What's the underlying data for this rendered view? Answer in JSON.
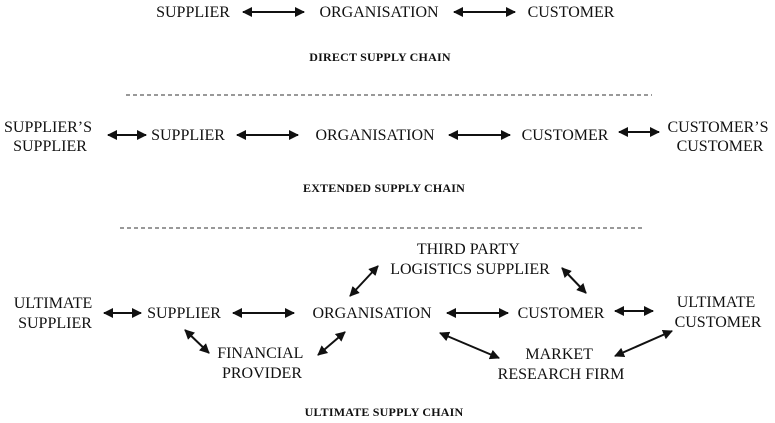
{
  "direct": {
    "supplier": "SUPPLIER",
    "organisation": "ORGANISATION",
    "customer": "CUSTOMER",
    "caption": "DIRECT SUPPLY CHAIN"
  },
  "extended": {
    "suppliers_supplier": [
      "SUPPLIER’S",
      "SUPPLIER"
    ],
    "supplier": "SUPPLIER",
    "organisation": "ORGANISATION",
    "customer": "CUSTOMER",
    "customers_customer": [
      "CUSTOMER’S",
      "CUSTOMER"
    ],
    "caption": "EXTENDED SUPPLY CHAIN"
  },
  "ultimate": {
    "ultimate_supplier": [
      "ULTIMATE",
      "SUPPLIER"
    ],
    "supplier": "SUPPLIER",
    "organisation": "ORGANISATION",
    "customer": "CUSTOMER",
    "ultimate_customer": [
      "ULTIMATE",
      "CUSTOMER"
    ],
    "third_party": [
      "THIRD PARTY",
      "LOGISTICS SUPPLIER"
    ],
    "financial_provider": [
      "FINANCIAL",
      "PROVIDER"
    ],
    "market_research": [
      "MARKET",
      "RESEARCH FIRM"
    ],
    "caption": "ULTIMATE SUPPLY CHAIN"
  }
}
